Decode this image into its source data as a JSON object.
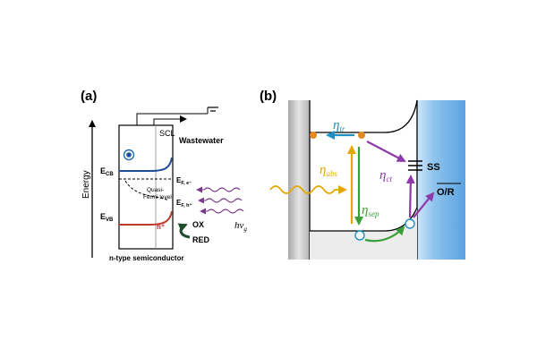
{
  "panel_a": {
    "label": "(a)",
    "axis_label": "Energy",
    "scl": "SCL",
    "wastewater": "Wastewater",
    "electron": "e",
    "ecb": {
      "main": "E",
      "sub": "CB"
    },
    "evb": {
      "main": "E",
      "sub": "VB"
    },
    "efe": {
      "main": "E",
      "sub": "F, e⁻"
    },
    "efh": {
      "main": "E",
      "sub": "F, h⁺"
    },
    "quasi_line1": "Quasi-",
    "quasi_line2": "Fermi level",
    "hole": "h⁺",
    "ox": "OX",
    "red": "RED",
    "hv": {
      "main": "hν",
      "sub": "g"
    },
    "caption": "n-type semiconductor"
  },
  "panel_b": {
    "label": "(b)",
    "eta_tr": {
      "main": "η",
      "sub": "tr"
    },
    "eta_abs": {
      "main": "η",
      "sub": "abs"
    },
    "eta_sep": {
      "main": "η",
      "sub": "sep"
    },
    "eta_ct": {
      "main": "η",
      "sub": "ct"
    },
    "ss": "SS",
    "or": "O/R"
  },
  "colors": {
    "cb_curve": "#1f4e9a",
    "vb_curve": "#c0392b",
    "photon_a": "#7a3b8c",
    "ox_red_arrow": "#1e4d2b",
    "electrolyte": "#8ec3ee",
    "eta_tr": "#1f8fc4",
    "eta_abs": "#e3a800",
    "eta_sep": "#3a9e3a",
    "eta_ct": "#8e3aa8",
    "electron_dot": "#e58a1f",
    "hole_circle": "#1f8fc4"
  }
}
